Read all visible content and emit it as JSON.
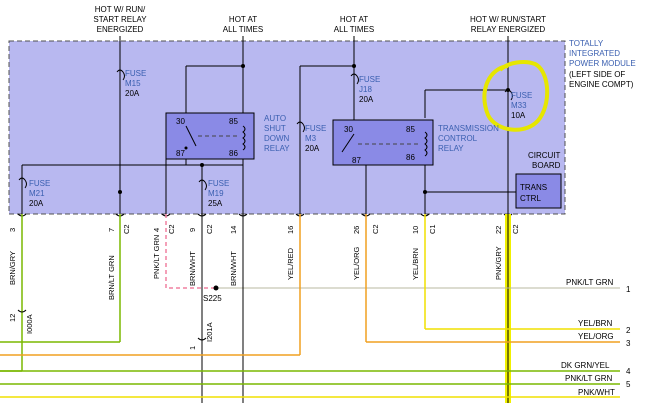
{
  "header_labels": {
    "hot_run_start_relay_energized_1": [
      "HOT W/ RUN/",
      "START RELAY",
      "ENERGIZED"
    ],
    "hot_all_times_1": [
      "HOT AT",
      "ALL TIMES"
    ],
    "hot_all_times_2": [
      "HOT AT",
      "ALL TIMES"
    ],
    "hot_run_start_relay_energized_2": [
      "HOT W/ RUN/START",
      "RELAY ENERGIZED"
    ]
  },
  "module": {
    "label": [
      "TOTALLY",
      "INTEGRATED",
      "POWER MODULE"
    ],
    "sublabel": [
      "(LEFT SIDE OF",
      "ENGINE COMPT)"
    ],
    "circuit_board": [
      "CIRCUIT",
      "BOARD"
    ]
  },
  "fuses": {
    "m15": [
      "FUSE",
      "M15",
      "20A"
    ],
    "j18": [
      "FUSE",
      "J18",
      "20A"
    ],
    "m33": [
      "FUSE",
      "M33",
      "10A"
    ],
    "m3": [
      "FUSE",
      "M3",
      "20A"
    ],
    "m21": [
      "FUSE",
      "M21",
      "20A"
    ],
    "m19": [
      "FUSE",
      "M19",
      "25A"
    ]
  },
  "relays": {
    "asd": {
      "name": [
        "AUTO",
        "SHUT",
        "DOWN",
        "RELAY"
      ],
      "pins": [
        "30",
        "85",
        "87",
        "86"
      ]
    },
    "tcr": {
      "name": [
        "TRANSMISSION",
        "CONTROL",
        "RELAY"
      ],
      "pins": [
        "30",
        "85",
        "87",
        "86"
      ]
    },
    "trans_ctrl": [
      "TRANS",
      "CTRL"
    ]
  },
  "connectors": [
    {
      "pin": "3",
      "conn": ""
    },
    {
      "pin": "7",
      "conn": "C2"
    },
    {
      "pin": "4",
      "conn": "C2"
    },
    {
      "pin": "9",
      "conn": "C2"
    },
    {
      "pin": "14",
      "conn": ""
    },
    {
      "pin": "16",
      "conn": ""
    },
    {
      "pin": "26",
      "conn": "C2"
    },
    {
      "pin": "10",
      "conn": "C1"
    },
    {
      "pin": "22",
      "conn": "C2"
    }
  ],
  "wire_colors": [
    "BRN/GRY",
    "BRN/LT GRN",
    "PNK/LT GRN",
    "BRN/WHT",
    "BRN/WHT",
    "YEL/RED",
    "YEL/ORG",
    "YEL/BRN",
    "PNK/GRY"
  ],
  "splices": {
    "s225": "S225",
    "pin12": "12",
    "i000a": "I000A",
    "pin1": "1",
    "i201a": "I201A"
  },
  "right_wires": [
    {
      "label": "PNK/LT GRN",
      "num": "1"
    },
    {
      "label": "YEL/BRN",
      "num": "2"
    },
    {
      "label": "YEL/ORG",
      "num": "3"
    },
    {
      "label": "DK GRN/YEL",
      "num": "4"
    },
    {
      "label": "PNK/LT GRN",
      "num": ""
    },
    {
      "label": "PNK/WHT",
      "num": "5"
    }
  ],
  "colors": {
    "module_fill": "#b8b8f0",
    "relay_fill": "#8a8ae6",
    "yellow_highlight": "#f0f000",
    "wire_green": "#7ab800",
    "wire_orange": "#f0a020",
    "wire_yellow": "#f0e000",
    "wire_pink": "#f080a0",
    "label_blue": "#3a5fb0"
  }
}
